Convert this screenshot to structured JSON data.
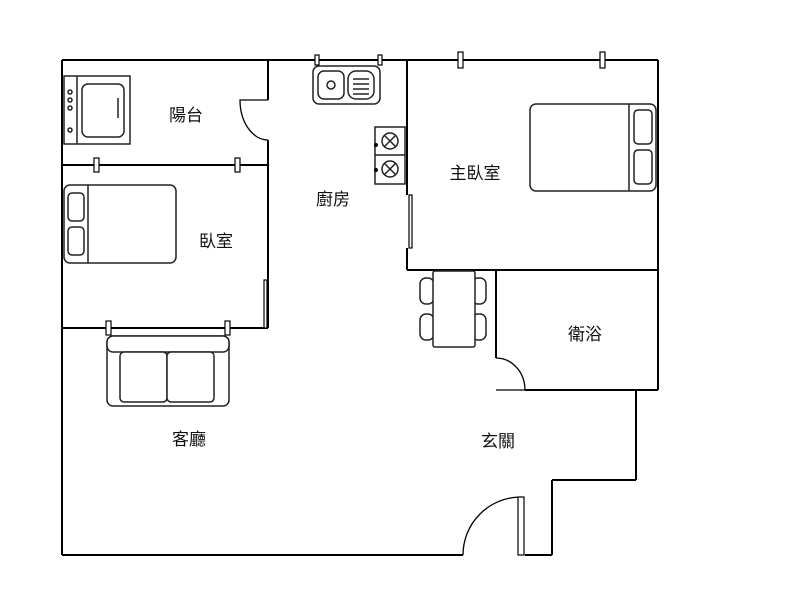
{
  "floorplan": {
    "rooms": {
      "balcony": "陽台",
      "kitchen": "廚房",
      "master_bedroom": "主臥室",
      "bedroom": "臥室",
      "bathroom": "衛浴",
      "living_room": "客廳",
      "entrance": "玄關"
    }
  }
}
